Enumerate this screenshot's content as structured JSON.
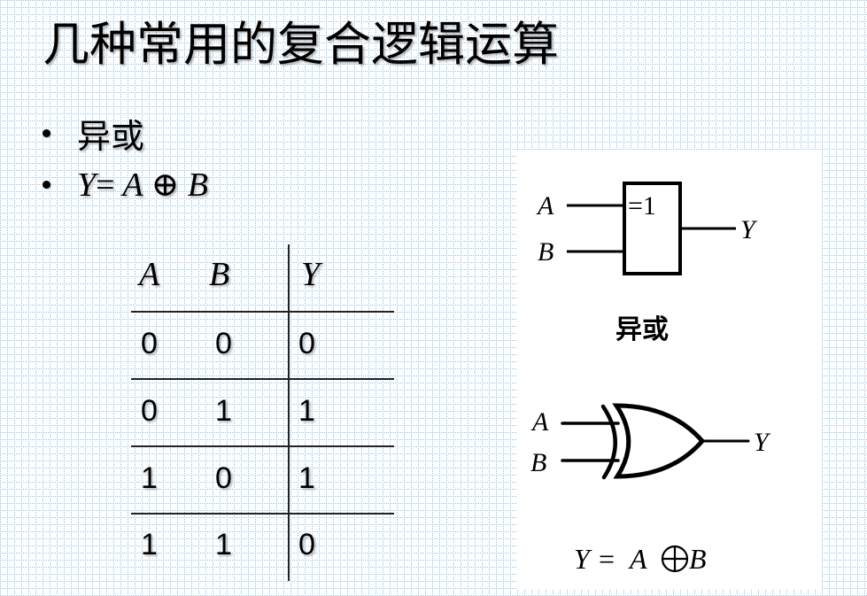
{
  "slide": {
    "title": "几种常用的复合逻辑运算",
    "bullets": [
      {
        "text": "异或"
      },
      {
        "lhs": "Y",
        "eq": "=",
        "a": "A",
        "op": "⊕",
        "b": "B"
      }
    ]
  },
  "truth_table": {
    "headers": [
      "A",
      "B",
      "Y"
    ],
    "rows": [
      [
        "0",
        "0",
        "0"
      ],
      [
        "0",
        "1",
        "1"
      ],
      [
        "1",
        "0",
        "1"
      ],
      [
        "1",
        "1",
        "0"
      ]
    ]
  },
  "figure": {
    "ieee_box_symbol": {
      "input_a": "A",
      "input_b": "B",
      "box_label": "=1",
      "output": "Y",
      "caption": "异或"
    },
    "distinctive_symbol": {
      "input_a": "A",
      "input_b": "B",
      "output": "Y",
      "formula": {
        "lhs": "Y",
        "eq": "=",
        "a": "A",
        "op": "⊕",
        "b": "B"
      }
    }
  },
  "colors": {
    "grid_dot": "#8ec3ea",
    "background": "#ffffff",
    "ink": "#000000"
  }
}
